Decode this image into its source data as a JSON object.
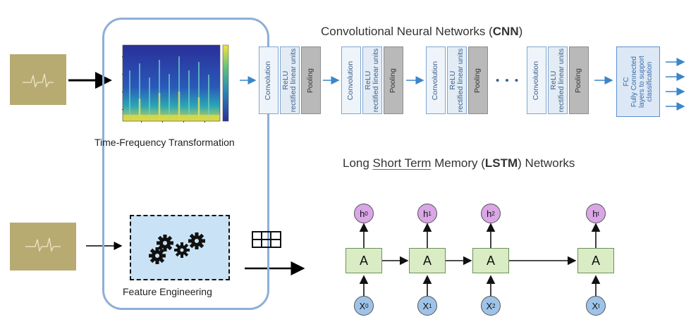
{
  "inputs": {
    "top_signal_icon": "ecg-signal-icon",
    "bottom_signal_icon": "ecg-signal-icon"
  },
  "spectrogram": {
    "label": "Time-Frequency Transformation"
  },
  "cnn": {
    "title_prefix": "Convolutional Neural Networks (",
    "title_bold": "CNN",
    "title_suffix": ")",
    "layers": {
      "convolution": "Convolution",
      "relu_line1": "ReLU",
      "relu_line2": "rectified linear units",
      "pooling": "Pooling"
    },
    "ellipsis": "• • •",
    "fc": {
      "line1": "FC",
      "line2": "Fully Connected",
      "line3": "layers to support",
      "line4": "classification"
    }
  },
  "lstm": {
    "title_part1": "Long ",
    "title_underlined": "Short Term",
    "title_part2": " Memory (",
    "title_bold": "LSTM",
    "title_suffix": ") Networks",
    "cell_label": "A",
    "hidden": [
      {
        "base": "h",
        "sub": "0"
      },
      {
        "base": "h",
        "sub": "1"
      },
      {
        "base": "h",
        "sub": "2"
      },
      {
        "base": "h",
        "sub": "t"
      }
    ],
    "inputs": [
      {
        "base": "X",
        "sub": "0"
      },
      {
        "base": "X",
        "sub": "1"
      },
      {
        "base": "X",
        "sub": "2"
      },
      {
        "base": "X",
        "sub": "t"
      }
    ]
  },
  "feature_engineering": {
    "label": "Feature Engineering",
    "icon": "gears-icon",
    "table_icon": "table-grid-icon"
  },
  "colors": {
    "thumb": "#b8ab72",
    "highlight_box": "#8eaed8",
    "arrow_blue": "#3a86c8",
    "a_cell": "#d9ecc4",
    "h_node": "#d9a6e6",
    "x_node": "#9fc3e8",
    "feature_box": "#c9e2f5"
  }
}
